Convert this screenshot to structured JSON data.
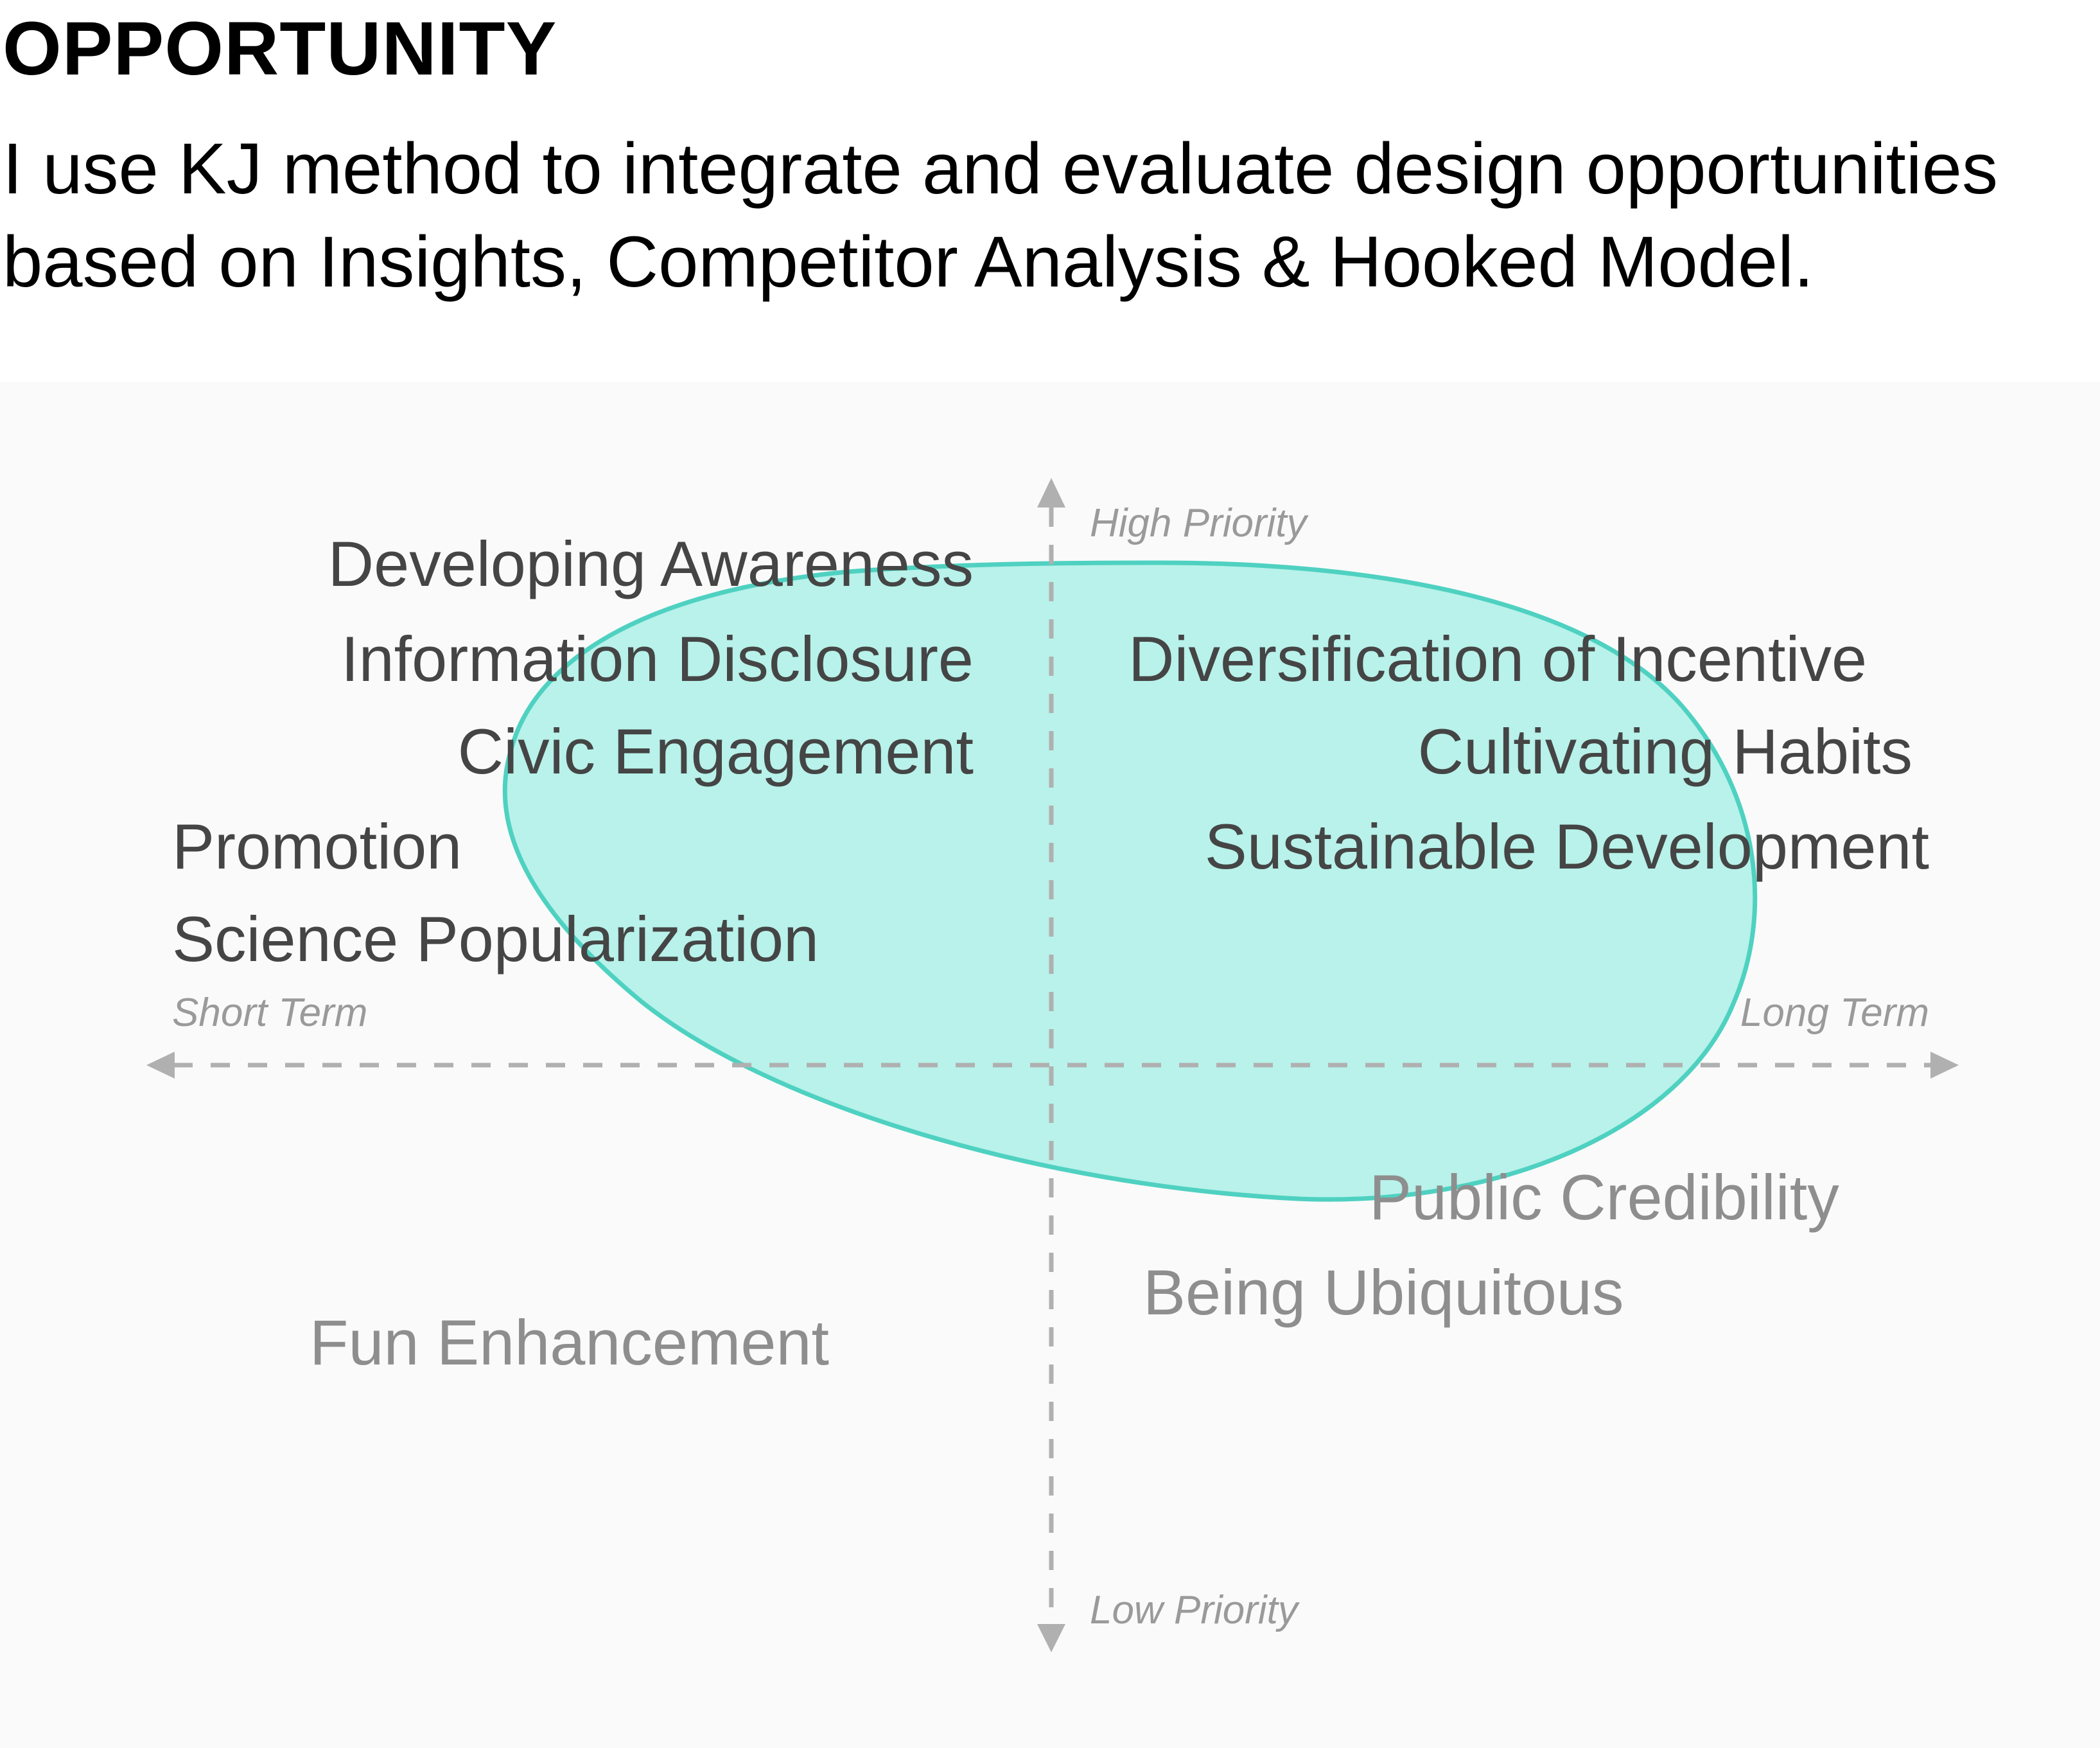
{
  "header": {
    "title": "OPPORTUNITY",
    "subtitle_line1": "I use KJ method to integrate and evaluate design opportunities",
    "subtitle_line2": "based on Insights, Competitor Analysis & Hooked Model."
  },
  "axes": {
    "top": "High Priority",
    "bottom": "Low Priority",
    "left": "Short Term",
    "right": "Long Term"
  },
  "quadrants": {
    "high_short": [
      "Developing Awareness",
      "Information Disclosure",
      "Civic Engagement",
      "Promotion",
      "Science Popularization"
    ],
    "high_long": [
      "Diversification of Incentive",
      "Cultivating Habits",
      "Sustainable Development"
    ],
    "low_long": [
      "Public Credibility",
      "Being Ubiquitous"
    ],
    "low_short": [
      "Fun Enhancement"
    ]
  },
  "colors": {
    "highlight_fill": "#b8f2ea",
    "highlight_stroke": "#4fd1c1",
    "axis": "#b0b0b0",
    "high_priority_text": "#454545",
    "low_priority_text": "#8e8e8e"
  }
}
